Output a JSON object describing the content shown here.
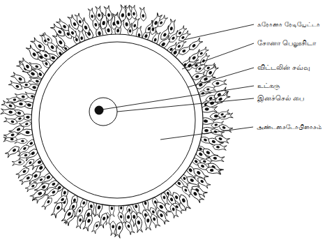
{
  "diagram": {
    "labels": [
      "கரோனா ரேடியேட்டா",
      "சோனா பெலூசிடா",
      "விட்டலின் சவ்வு",
      "உட்கரு",
      "இனச்செல் பை",
      "அண்டசைடோபிளாசம்"
    ]
  }
}
